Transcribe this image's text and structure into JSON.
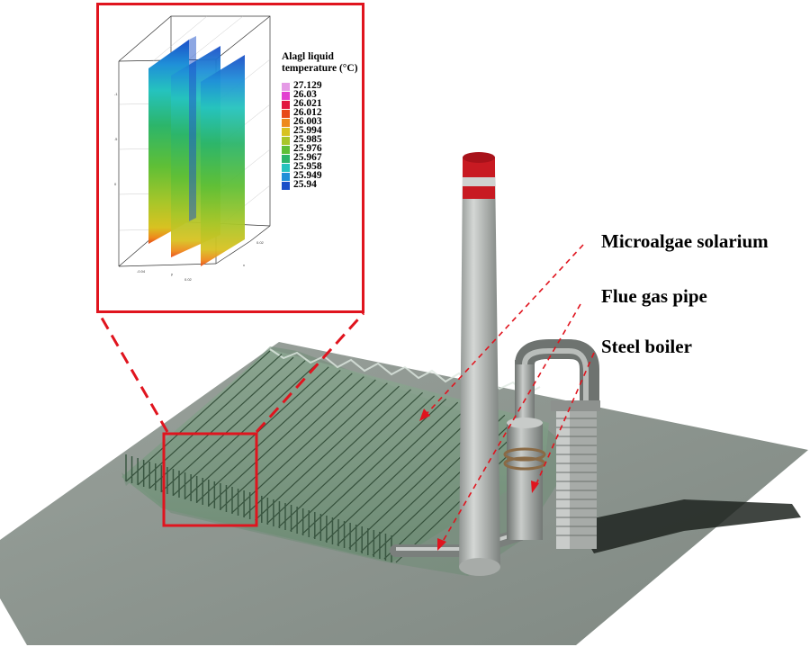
{
  "callouts": [
    {
      "label": "Microalgae solarium"
    },
    {
      "label": "Flue gas pipe"
    },
    {
      "label": "Steel boiler"
    }
  ],
  "inset": {
    "legend_title_line1": "Alagl liquid",
    "legend_title_line2": "temperature (°C)",
    "legend": [
      {
        "value": "27.129",
        "color": "#e59be6"
      },
      {
        "value": "26.03",
        "color": "#e23fd0"
      },
      {
        "value": "26.021",
        "color": "#e2173d"
      },
      {
        "value": "26.012",
        "color": "#e84a18"
      },
      {
        "value": "26.003",
        "color": "#ee8a1c"
      },
      {
        "value": "25.994",
        "color": "#d8c221"
      },
      {
        "value": "25.985",
        "color": "#a9c629"
      },
      {
        "value": "25.976",
        "color": "#5fbf36"
      },
      {
        "value": "25.967",
        "color": "#2cb56a"
      },
      {
        "value": "25.958",
        "color": "#25c3be"
      },
      {
        "value": "25.949",
        "color": "#1f8fd8"
      },
      {
        "value": "25.94",
        "color": "#1b4fc8"
      }
    ]
  },
  "colors": {
    "highlight": "#e0141e",
    "ground": "#8c948f",
    "tank_green": "#5d7e63",
    "chimney": "#b9bdba",
    "chimney_band": "#d01520"
  }
}
